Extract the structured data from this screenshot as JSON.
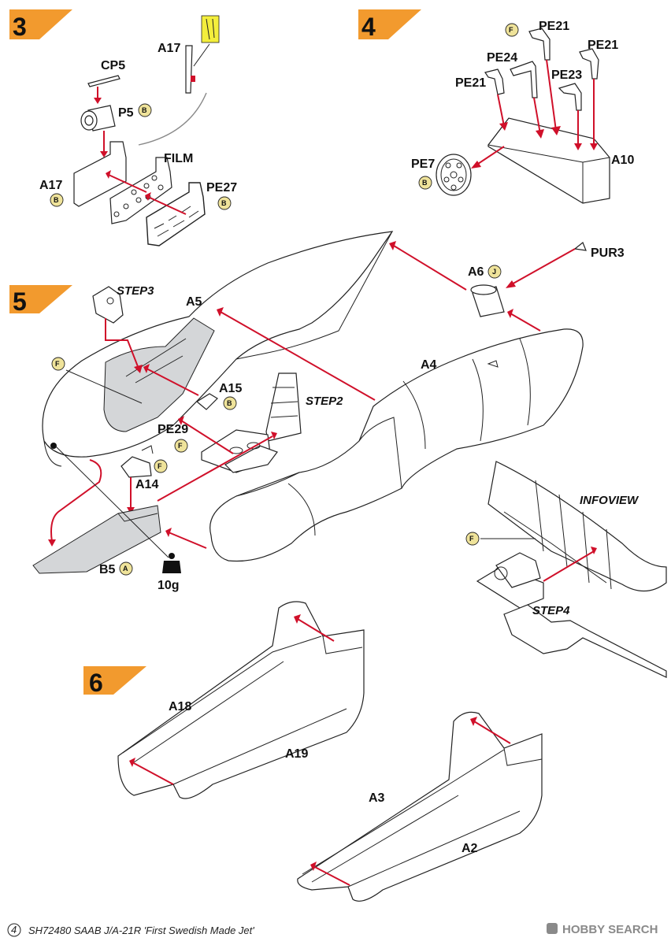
{
  "steps": {
    "s3": "3",
    "s4": "4",
    "s5": "5",
    "s6": "6"
  },
  "parts": {
    "cp5": "CP5",
    "a17_top": "A17",
    "p5": "P5",
    "film": "FILM",
    "a17_left": "A17",
    "pe27": "PE27",
    "pe21_a": "PE21",
    "pe21_b": "PE21",
    "pe21_c": "PE21",
    "pe24": "PE24",
    "pe23": "PE23",
    "a10": "A10",
    "pe7": "PE7",
    "pur3": "PUR3",
    "a6": "A6",
    "a5": "A5",
    "a4": "A4",
    "a15": "A15",
    "pe29": "PE29",
    "a14": "A14",
    "b5": "B5",
    "weight": "10g",
    "a18": "A18",
    "a19": "A19",
    "a3": "A3",
    "a2": "A2"
  },
  "callouts": {
    "step3": "STEP3",
    "step2": "STEP2",
    "step4": "STEP4",
    "infoview": "INFOVIEW"
  },
  "badges": {
    "f1": "F",
    "b_p5": "B",
    "b_a17": "B",
    "b_pe27": "B",
    "b_pe7": "B",
    "j_a6": "J",
    "f_step5": "F",
    "b_a15": "B",
    "f_pe29": "F",
    "f_a14": "F",
    "a_b5": "A",
    "f_info": "F"
  },
  "footer": {
    "page_no": "4",
    "caption": "SH72480 SAAB J/A-21R 'First Swedish Made Jet'",
    "watermark": "HOBBY SEARCH"
  },
  "colors": {
    "step_tab": "#f29a2e",
    "arrow": "#d0102a",
    "highlight_grey": "#d4d6d8",
    "paint_badge": "#efe39a",
    "clear_part": "#f3ee3c"
  }
}
